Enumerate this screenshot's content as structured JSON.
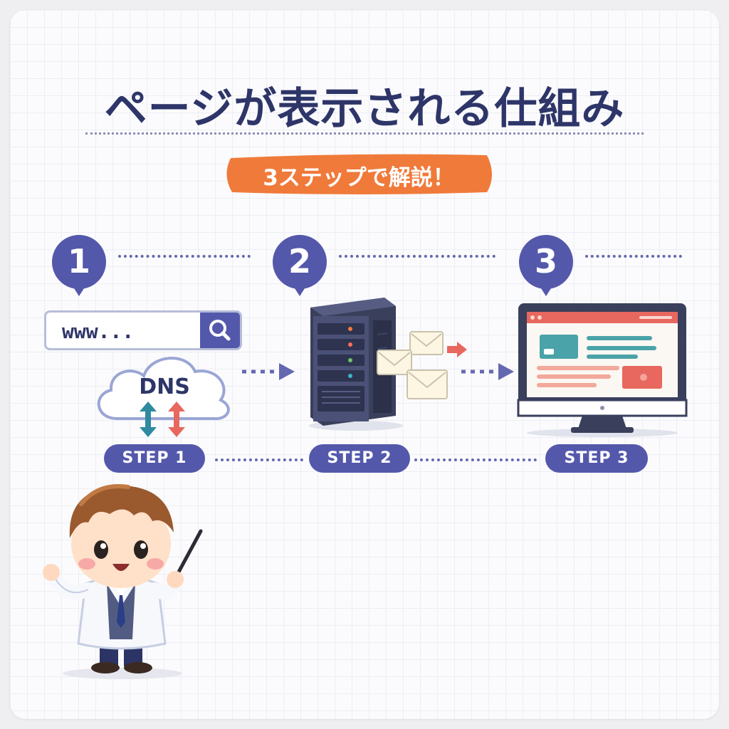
{
  "title": "ページが表示される仕組み",
  "subtitle": "3ステップで解説！",
  "steps": [
    {
      "number": "1",
      "label": "STEP 1"
    },
    {
      "number": "2",
      "label": "STEP 2"
    },
    {
      "number": "3",
      "label": "STEP 3"
    }
  ],
  "browser_bar": {
    "text": "www..."
  },
  "dns": {
    "label": "DNS"
  },
  "colors": {
    "navy": "#2e3568",
    "purple": "#5458ab",
    "orange": "#f07a3a",
    "red": "#e8675e",
    "teal": "#2f8aa0"
  },
  "icons": [
    "search-icon",
    "cloud-icon",
    "arrow-up-down-icon",
    "server-icon",
    "envelope-icon",
    "monitor-icon",
    "arrow-right-icon",
    "teacher-character"
  ]
}
